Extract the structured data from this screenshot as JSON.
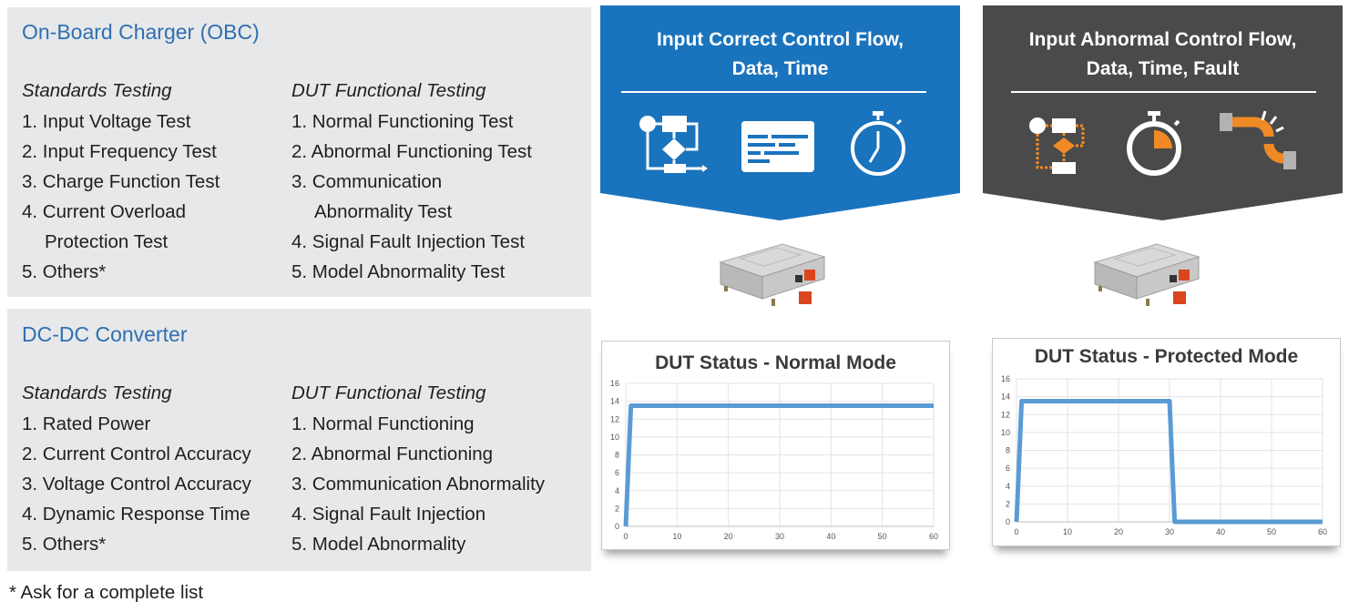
{
  "obc": {
    "title": "On-Board Charger (OBC)",
    "standards": {
      "heading": "Standards Testing",
      "items": [
        "1. Input Voltage Test",
        "2. Input Frequency Test",
        "3. Charge Function Test",
        "4. Current Overload",
        "Protection Test",
        "5. Others*"
      ]
    },
    "dut": {
      "heading": "DUT Functional Testing",
      "items": [
        "1. Normal Functioning Test",
        "2. Abnormal Functioning Test",
        "3. Communication",
        "Abnormality Test",
        "4. Signal Fault Injection Test",
        "5. Model Abnormality Test"
      ]
    }
  },
  "dcdc": {
    "title": "DC-DC Converter",
    "standards": {
      "heading": "Standards Testing",
      "items": [
        "1. Rated Power",
        "2. Current Control Accuracy",
        "3. Voltage Control Accuracy",
        "4. Dynamic Response Time",
        "5. Others*"
      ]
    },
    "dut": {
      "heading": "DUT Functional Testing",
      "items": [
        "1. Normal Functioning",
        "2. Abnormal Functioning",
        "3. Communication Abnormality",
        "4. Signal Fault Injection",
        "5. Model Abnormality"
      ]
    }
  },
  "footnote": "* Ask for a complete list",
  "correct": {
    "line1": "Input Correct Control Flow,",
    "line2": "Data, Time",
    "color": "#1a73bd",
    "icons": [
      "flowchart-icon",
      "data-list-icon",
      "stopwatch-icon"
    ]
  },
  "abnormal": {
    "line1": "Input Abnormal Control Flow,",
    "line2": "Data, Time, Fault",
    "color": "#4a4a4b",
    "accent": "#f08a24",
    "icons": [
      "flowchart-fault-icon",
      "stopwatch-partial-icon",
      "broken-pipe-icon"
    ]
  },
  "chart_data": [
    {
      "type": "line",
      "title": "DUT Status - Normal Mode",
      "x": [
        0,
        1,
        60
      ],
      "y": [
        0,
        13.5,
        13.5
      ],
      "xlim": [
        0,
        60
      ],
      "ylim": [
        0,
        16
      ],
      "xticks": [
        0,
        10,
        20,
        30,
        40,
        50,
        60
      ],
      "yticks": [
        0,
        2,
        4,
        6,
        8,
        10,
        12,
        14,
        16
      ],
      "grid": true,
      "color": "#5b9bd5"
    },
    {
      "type": "line",
      "title": "DUT Status - Protected Mode",
      "x": [
        0,
        1,
        30,
        31,
        60
      ],
      "y": [
        0,
        13.5,
        13.5,
        0,
        0
      ],
      "xlim": [
        0,
        60
      ],
      "ylim": [
        0,
        16
      ],
      "xticks": [
        0,
        10,
        20,
        30,
        40,
        50,
        60
      ],
      "yticks": [
        0,
        2,
        4,
        6,
        8,
        10,
        12,
        14,
        16
      ],
      "grid": true,
      "color": "#5b9bd5"
    }
  ]
}
